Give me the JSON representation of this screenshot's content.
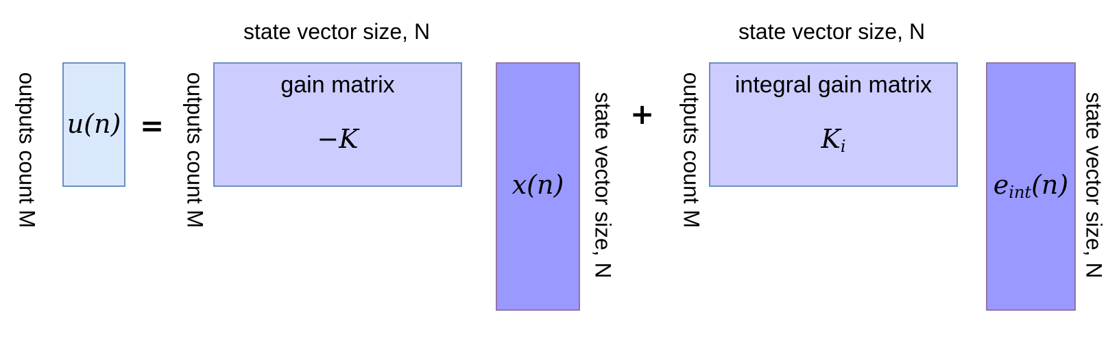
{
  "colors": {
    "output_box_fill": "#dae8fc",
    "output_box_stroke": "#6c8ebf",
    "matrix_fill": "#ccccff",
    "matrix_stroke": "#6c8ebf",
    "vector_fill": "#9999ff",
    "vector_stroke": "#9673a6"
  },
  "labels": {
    "outputs_count": "outputs count M",
    "state_vector_size": "state vector size, N"
  },
  "operators": {
    "equals": "=",
    "plus": "+"
  },
  "boxes": {
    "output": {
      "math": "u(n)"
    },
    "gain_matrix": {
      "title": "gain matrix",
      "math": "−K"
    },
    "state_vector": {
      "math": "x(n)"
    },
    "integral_gain_matrix": {
      "title": "integral gain matrix",
      "math_main": "K",
      "math_sub": "i"
    },
    "integral_error": {
      "math_main": "e",
      "math_sub": "int",
      "math_tail": "(n)"
    }
  }
}
